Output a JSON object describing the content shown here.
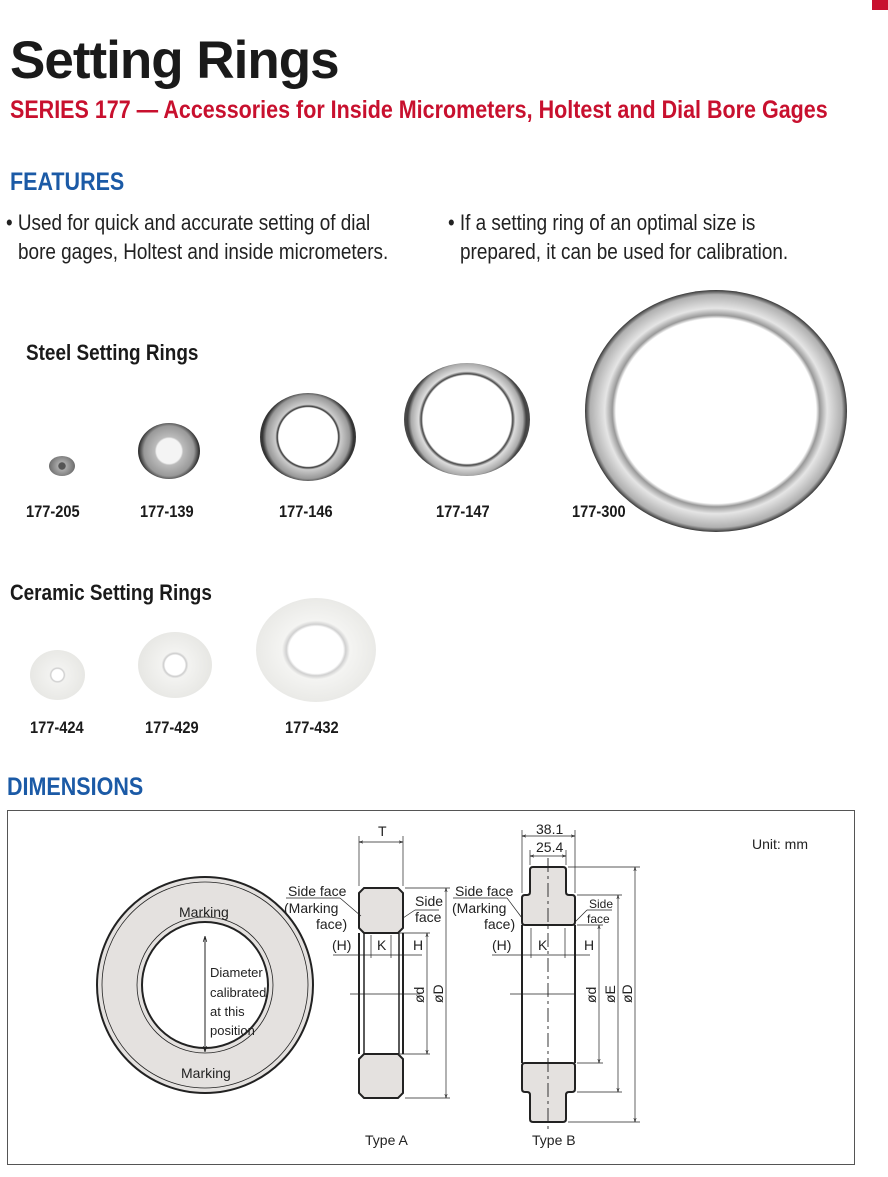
{
  "header": {
    "title": "Setting Rings",
    "subtitle": "SERIES 177 — Accessories for Inside Micrometers, Holtest and Dial Bore Gages"
  },
  "features": {
    "heading": "FEATURES",
    "items": [
      {
        "line1": "• Used for quick and accurate setting of dial",
        "line2": "bore gages, Holtest and inside micrometers."
      },
      {
        "line1": "• If a setting ring of an optimal size is",
        "line2": "prepared, it can be used for calibration."
      }
    ]
  },
  "steel": {
    "heading": "Steel Setting Rings",
    "models": [
      "177-205",
      "177-139",
      "177-146",
      "177-147",
      "177-300"
    ]
  },
  "ceramic": {
    "heading": "Ceramic Setting Rings",
    "models": [
      "177-424",
      "177-429",
      "177-432"
    ]
  },
  "dimensions": {
    "heading": "DIMENSIONS",
    "unit": "Unit: mm",
    "ring_view": {
      "marking_top": "Marking",
      "marking_bottom": "Marking",
      "note": [
        "Diameter",
        "calibrated",
        "at this",
        "position"
      ]
    },
    "type_a": {
      "label": "Type A",
      "T": "T",
      "side_face_marking": [
        "Side face",
        "(Marking",
        "face)"
      ],
      "side_face": [
        "Side",
        "face"
      ],
      "H_paren": "(H)",
      "K": "K",
      "H": "H",
      "d": "ød",
      "D": "øD"
    },
    "type_b": {
      "label": "Type B",
      "w1": "38.1",
      "w2": "25.4",
      "side_face_marking": [
        "Side face",
        "(Marking",
        "face)"
      ],
      "side_face": [
        "Side",
        "face"
      ],
      "H_paren": "(H)",
      "K": "K",
      "H": "H",
      "d": "ød",
      "E": "øE",
      "D": "øD"
    }
  }
}
